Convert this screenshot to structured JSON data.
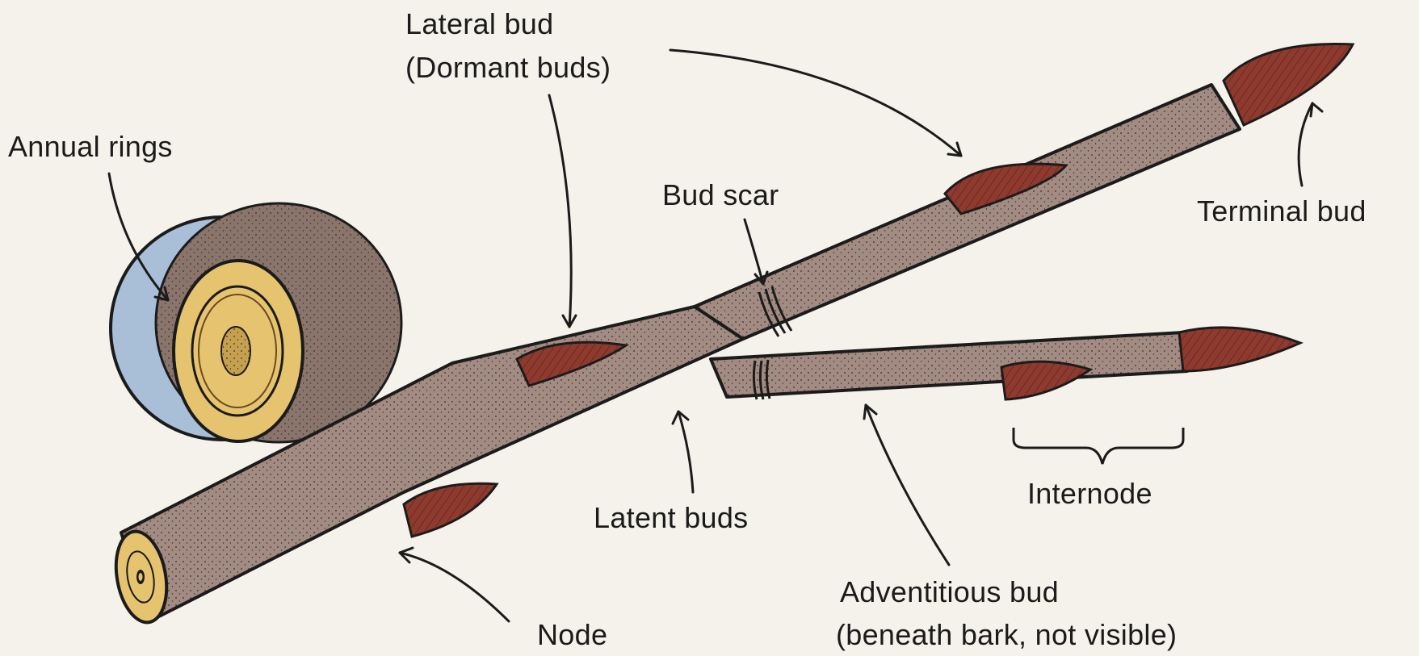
{
  "labels": {
    "annual_rings": "Annual rings",
    "lateral_bud_line1": "Lateral bud",
    "lateral_bud_line2": "(Dormant buds)",
    "bud_scar": "Bud scar",
    "terminal_bud": "Terminal bud",
    "latent_buds": "Latent buds",
    "internode": "Internode",
    "adventitious_bud_line1": "Adventitious bud",
    "adventitious_bud_line2": "(beneath bark, not visible)",
    "node": "Node"
  },
  "colors": {
    "background": "#f4f2ea",
    "bark": "#a28b82",
    "bud": "#8e3a2e",
    "wood": "#e3c06f",
    "inset_circle": "#a9bfd8"
  }
}
